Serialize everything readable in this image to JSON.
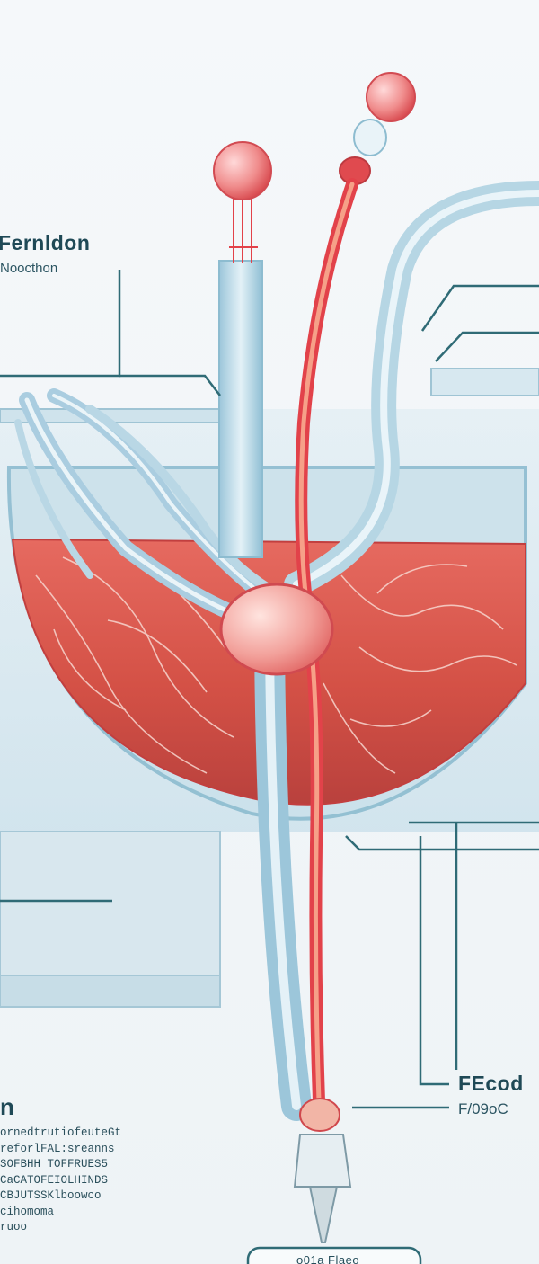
{
  "labels": {
    "top_left_title": "Fernldon",
    "top_left_sub": "Noocthon",
    "bottom_left_title": "n",
    "bottom_right_title": "FEcod",
    "bottom_right_sub": "F/09oC",
    "bottom_tag": "o01a Flaeo"
  },
  "bottom_left_paragraph": [
    "ornedtrutiofeuteGt",
    "reforlFAL:sreanns",
    "SOFBHH TOFFRUES5",
    "CaCATOFEIOLHINDS",
    "CBJUTSSKlboowco",
    "cihomoma",
    "ruoo"
  ],
  "colors": {
    "liquid": "#d8574f",
    "glass": "#a9cfe0",
    "red_tube": "#e2424a",
    "leader_line": "#2f6b76",
    "text": "#1f4956"
  }
}
